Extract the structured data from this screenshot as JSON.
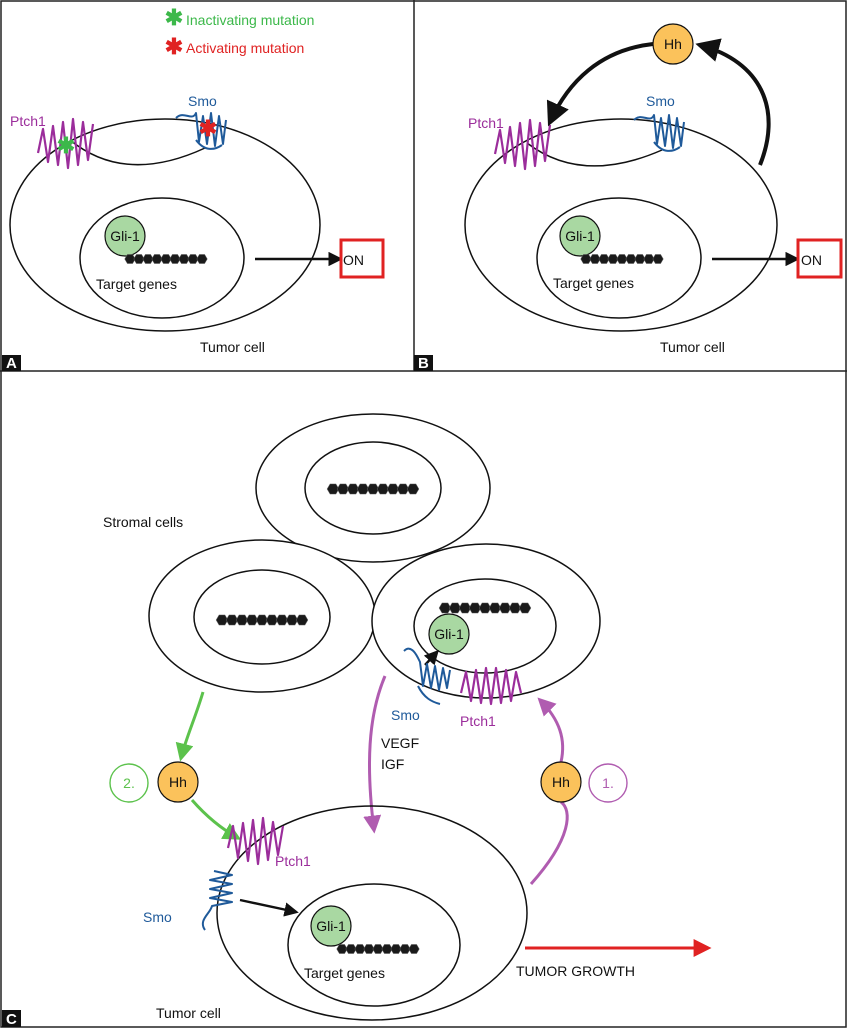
{
  "colors": {
    "purple": "#9b2d9b",
    "blue": "#1f5a9a",
    "green": "#3cb84a",
    "red": "#e02222",
    "hh_fill": "#fbc25b",
    "gli_fill": "#a9d8a2",
    "dna": "#1a1a1a",
    "cycle_purple": "#b05cb0",
    "cycle_green": "#5cc24c"
  },
  "icons": {
    "inactivating": "green-asterisk-icon",
    "activating": "red-asterisk-icon"
  },
  "panel_a": {
    "tag": "A",
    "legend_inactivating": "Inactivating mutation",
    "legend_activating": "Activating mutation",
    "ptch1": "Ptch1",
    "smo": "Smo",
    "gli": "Gli-1",
    "target_genes": "Target genes",
    "on_label": "ON",
    "cell_label": "Tumor cell"
  },
  "panel_b": {
    "tag": "B",
    "hh": "Hh",
    "ptch1": "Ptch1",
    "smo": "Smo",
    "gli": "Gli-1",
    "target_genes": "Target genes",
    "on_label": "ON",
    "cell_label": "Tumor cell"
  },
  "panel_c": {
    "tag": "C",
    "stromal_label": "Stromal cells",
    "stromal_gli": "Gli-1",
    "stromal_smo": "Smo",
    "stromal_ptch1": "Ptch1",
    "vegf": "VEGF",
    "igf": "IGF",
    "hh_left": "Hh",
    "hh_right": "Hh",
    "num_2": "2.",
    "num_1": "1.",
    "tumor_ptch1": "Ptch1",
    "tumor_smo": "Smo",
    "tumor_gli": "Gli-1",
    "target_genes": "Target genes",
    "tumor_growth": "TUMOR GROWTH",
    "cell_label": "Tumor cell"
  }
}
